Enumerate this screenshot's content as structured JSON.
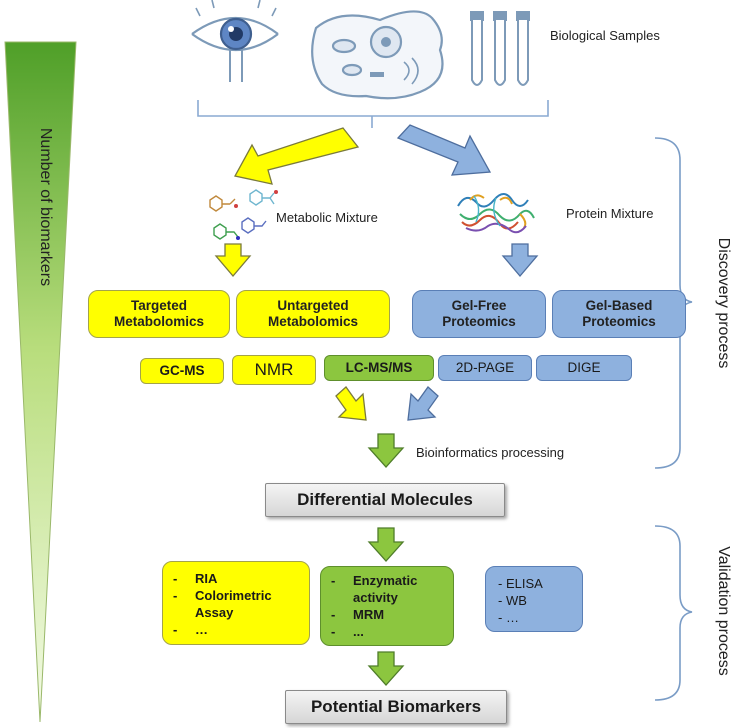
{
  "labels": {
    "biological_samples": "Biological Samples",
    "metabolic_mixture": "Metabolic Mixture",
    "protein_mixture": "Protein Mixture",
    "bioinformatics": "Bioinformatics processing",
    "number_of_biomarkers": "Number of biomarkers",
    "discovery_process": "Discovery process",
    "validation_process": "Validation process"
  },
  "categories": {
    "targeted": [
      "Targeted",
      "Metabolomics"
    ],
    "untargeted": [
      "Untargeted",
      "Metabolomics"
    ],
    "gel_free": [
      "Gel-Free",
      "Proteomics"
    ],
    "gel_based": [
      "Gel-Based",
      "Proteomics"
    ]
  },
  "techniques": {
    "gcms": "GC-MS",
    "nmr": "NMR",
    "lcmsms": "LC-MS/MS",
    "page2d": "2D-PAGE",
    "dige": "DIGE"
  },
  "results": {
    "differential": "Differential Molecules",
    "potential": "Potential Biomarkers"
  },
  "validation_lists": {
    "yellow": [
      {
        "dash": "-",
        "text": "RIA"
      },
      {
        "dash": "-",
        "text": "Colorimetric"
      },
      {
        "dash": "",
        "text": "Assay"
      },
      {
        "dash": "-",
        "text": "…"
      }
    ],
    "green": [
      {
        "dash": "-",
        "text": "Enzymatic"
      },
      {
        "dash": "",
        "text": "activity"
      },
      {
        "dash": "-",
        "text": "MRM"
      },
      {
        "dash": "-",
        "text": "..."
      }
    ],
    "blue": [
      {
        "dash": "",
        "text": "- ELISA"
      },
      {
        "dash": "",
        "text": "- WB"
      },
      {
        "dash": "",
        "text": "- …"
      }
    ]
  },
  "colors": {
    "metabolomics": "#ffff00",
    "proteomics": "#8eb1de",
    "shared": "#8cc63f",
    "result_box": "#e6e6e6",
    "bracket": "#7a9cc6"
  },
  "icons": [
    "eye-icon",
    "cell-icon",
    "test-tubes-icon",
    "small-molecules-icon",
    "protein-structure-icon"
  ]
}
